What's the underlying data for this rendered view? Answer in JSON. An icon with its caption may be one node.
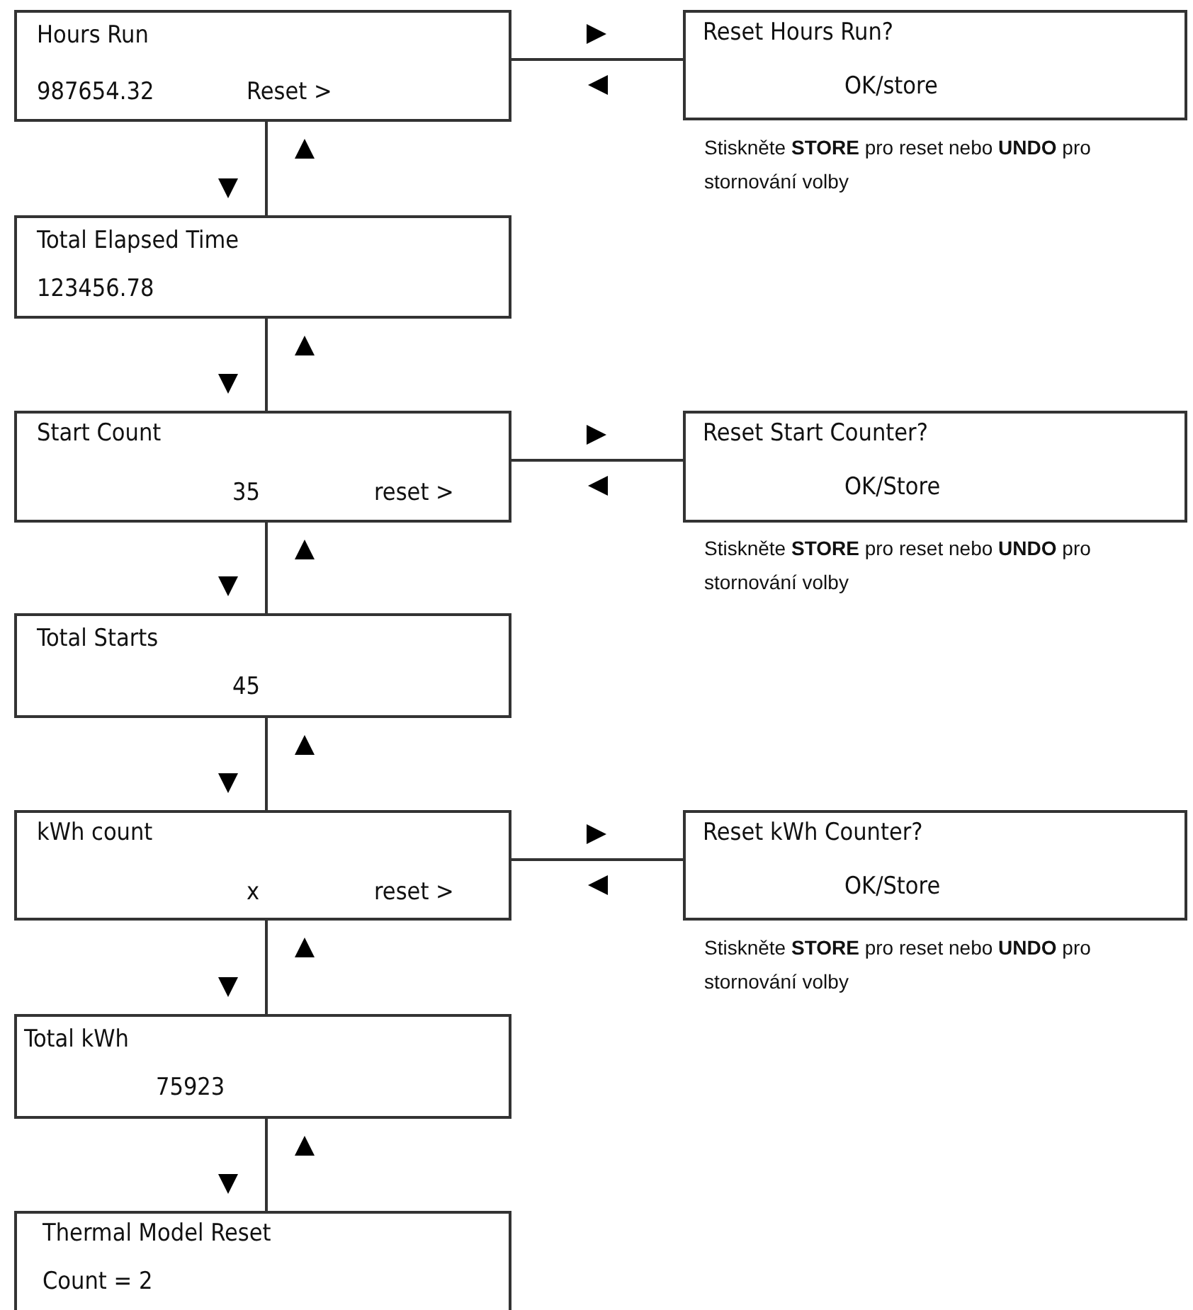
{
  "diagram": {
    "nodes": [
      {
        "text": [
          "Hours Run",
          "987654.32",
          "Reset >"
        ]
      },
      {
        "text": [
          "Total Elapsed Time",
          "123456.78"
        ]
      },
      {
        "text": [
          "Start Count",
          "35",
          "reset >"
        ]
      },
      {
        "text": [
          "Total Starts",
          "45"
        ]
      },
      {
        "text": [
          "kWh count",
          "x",
          "reset >"
        ]
      },
      {
        "text": [
          "Total kWh",
          "75923"
        ]
      },
      {
        "text": [
          "Thermal Model Reset",
          "Count = 2"
        ]
      },
      {
        "text": [
          "Reset Hours Run?",
          "OK/store"
        ]
      },
      {
        "text": [
          "Reset Start Counter?",
          "OK/Store"
        ]
      },
      {
        "text": [
          "Reset kWh Counter?",
          "OK/Store"
        ]
      }
    ],
    "edges": [
      {
        "from": 0,
        "to": 1,
        "arrow": "both"
      },
      {
        "from": 1,
        "to": 2,
        "arrow": "both"
      },
      {
        "from": 2,
        "to": 3,
        "arrow": "both"
      },
      {
        "from": 3,
        "to": 4,
        "arrow": "both"
      },
      {
        "from": 4,
        "to": 5,
        "arrow": "both"
      },
      {
        "from": 5,
        "to": 6,
        "arrow": "both"
      },
      {
        "from": 0,
        "to": 7,
        "arrow": "both"
      },
      {
        "from": 2,
        "to": 8,
        "arrow": "both"
      },
      {
        "from": 4,
        "to": 9,
        "arrow": "both"
      }
    ],
    "labels": [
      "Stiskněte **STORE** pro reset nebo **UNDO** pro stornování volby",
      "Stiskněte **STORE** pro reset nebo **UNDO** pro stornování volby",
      "Stiskněte **STORE** pro reset nebo **UNDO** pro stornování volby"
    ]
  }
}
